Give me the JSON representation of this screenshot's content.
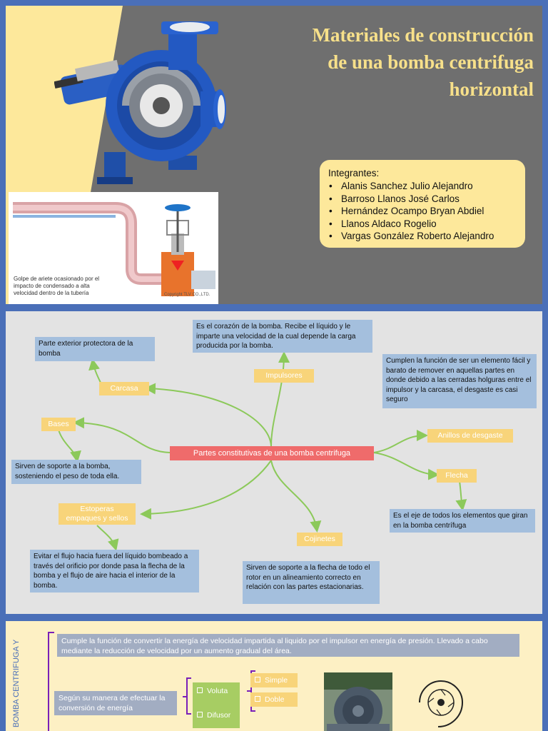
{
  "slide1": {
    "title_lines": [
      "Materiales de construcción",
      "de una bomba centrifuga",
      "horizontal"
    ],
    "team_header": "Integrantes:",
    "team_members": [
      "Alanis Sanchez Julio Alejandro",
      "Barroso Llanos José Carlos",
      "Hernández Ocampo Bryan Abdiel",
      "Llanos Aldaco Rogelio",
      "Vargas González Roberto Alejandro"
    ],
    "pipe_caption": "Golpe de ariete ocasionado por el impacto de condensado a alta velocidad dentro de la tubería",
    "pipe_copyright": "Copyright TLV CO.,LTD.",
    "watermark": "TLV"
  },
  "slide2": {
    "central": "Partes constitutivas de una bomba centrifuga",
    "nodes": {
      "carcasa": {
        "label": "Carcasa",
        "desc": "Parte exterior protectora de la bomba"
      },
      "impulsores": {
        "label": "Impulsores",
        "desc": "Es el corazón de la bomba. Recibe el líquido y le imparte una velocidad de la cual depende la carga producida por la bomba."
      },
      "anillos": {
        "label": "Anillos de desgaste",
        "desc": "Cumplen la función de ser un elemento fácil y barato de remover en aquellas partes en donde debido a las cerradas holguras entre el impulsor y la carcasa, el desgaste es casi seguro"
      },
      "bases": {
        "label": "Bases",
        "desc": "Sirven de soporte a la bomba, sosteniendo el peso de toda ella."
      },
      "flecha": {
        "label": "Flecha",
        "desc": "Es el eje de todos los elementos que giran en la bomba centrífuga"
      },
      "estoperas": {
        "label_1": "Estoperas",
        "label_2": "empaques y sellos",
        "desc": "Evitar el flujo hacia fuera del líquido bombeado a través del orificio por donde pasa la flecha de la bomba y el flujo de aire hacia el interior de la bomba."
      },
      "cojinetes": {
        "label": "Cojinetes",
        "desc": "Sirven de soporte  a la flecha de todo el rotor en un alineamiento correcto en relación con las partes estacionarias."
      }
    }
  },
  "slide3": {
    "side_title": "BOMBA CENTRIFUGA Y",
    "intro": "Cumple la función de convertir la energía de velocidad impartida al liquido por el impulsor en energía de presión. Llevado a cabo mediante la reducción de velocidad por un aumento gradual del área.",
    "classification": "Según su manera de efectuar la conversión de energía",
    "voluta": "Voluta",
    "difusor": "Difusor",
    "simple": "Simple",
    "doble": "Doble"
  },
  "colors": {
    "accent_blue": "#4a6fb8",
    "title_yellow": "#f7e08a",
    "node_yellow": "#f8d47a",
    "desc_blue": "#a4bfdd",
    "central_red": "#ef6b6b",
    "line_green": "#8cc95a"
  }
}
